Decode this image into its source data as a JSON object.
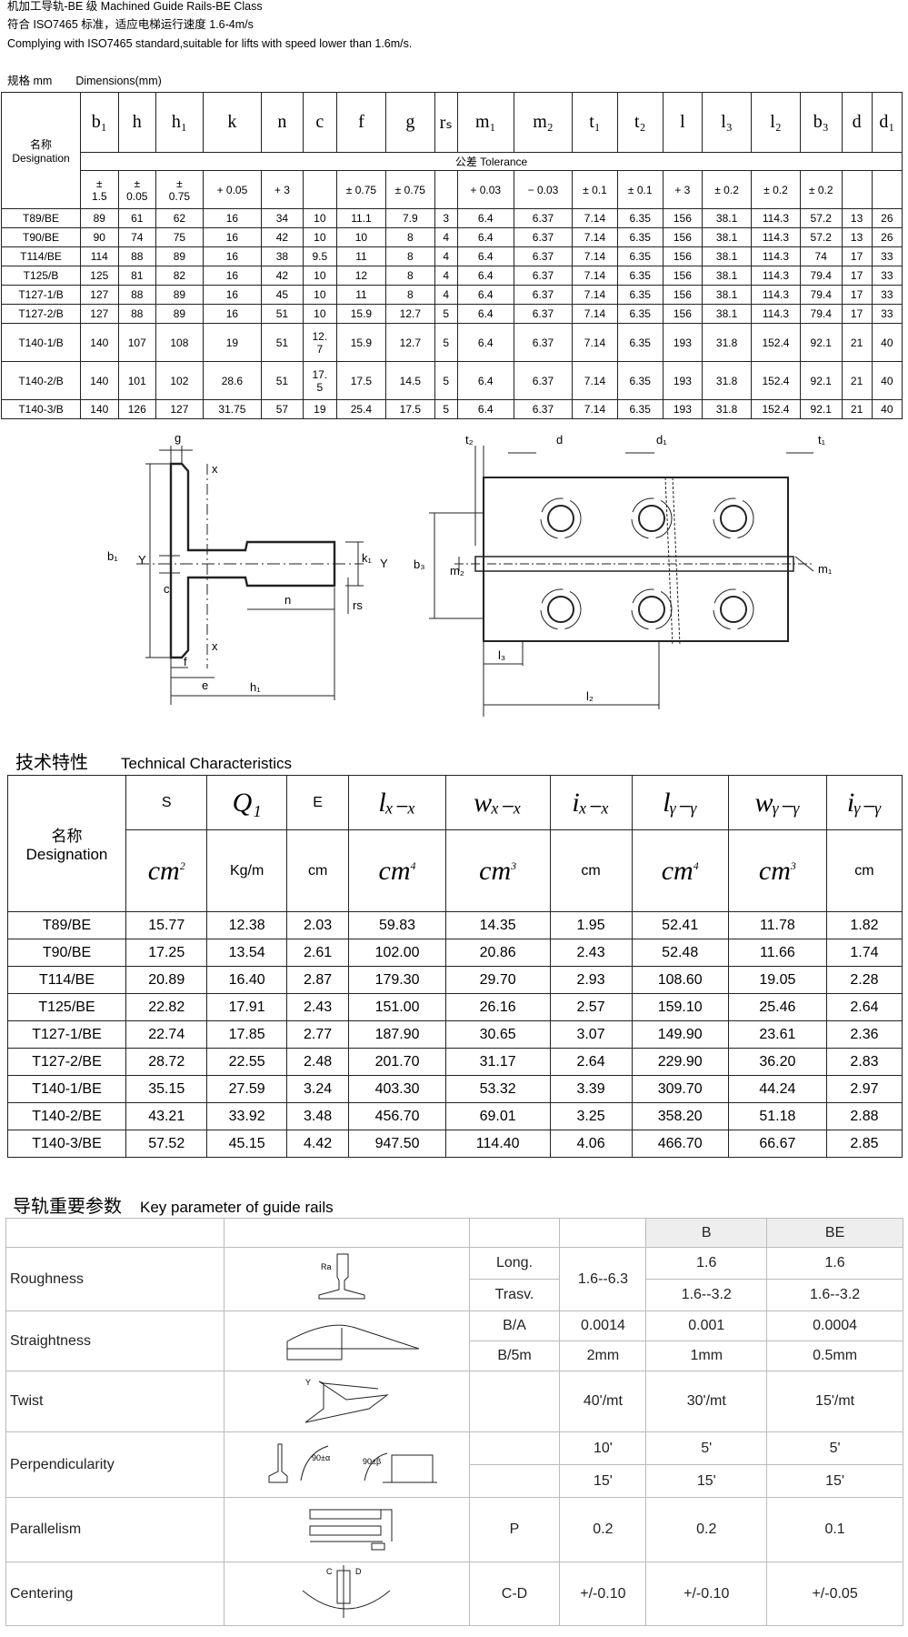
{
  "header": {
    "line1": "机加工导轨-BE 级  Machined Guide Rails-BE Class",
    "line2": "符合 ISO7465 标准，适应电梯运行速度 1.6-4m/s",
    "line3": "Complying with ISO7465 standard,suitable for lifts with speed lower than 1.6m/s.",
    "line4a": "规格 mm",
    "line4b": "Dimensions(mm)"
  },
  "dims": {
    "desig_label": "名称\nDesignation",
    "symbols": [
      "b₁",
      "h",
      "h₁",
      "k",
      "n",
      "c",
      "f",
      "g",
      "rₛ",
      "m₁",
      "m₂",
      "t₁",
      "t₂",
      "l",
      "l₃",
      "l₂",
      "b₃",
      "d",
      "d₁"
    ],
    "tolerance_label": "公差 Tolerance",
    "tolerances": [
      "±\n1.5",
      "±\n0.05",
      "±\n0.75",
      "+ 0.05",
      "+ 3",
      "",
      "± 0.75",
      "± 0.75",
      "",
      "+ 0.03",
      "− 0.03",
      "± 0.1",
      "± 0.1",
      "+ 3",
      "± 0.2",
      "± 0.2",
      "± 0.2",
      "",
      ""
    ],
    "rows": [
      [
        "T89/BE",
        "89",
        "61",
        "62",
        "16",
        "34",
        "10",
        "11.1",
        "7.9",
        "3",
        "6.4",
        "6.37",
        "7.14",
        "6.35",
        "156",
        "38.1",
        "114.3",
        "57.2",
        "13",
        "26"
      ],
      [
        "T90/BE",
        "90",
        "74",
        "75",
        "16",
        "42",
        "10",
        "10",
        "8",
        "4",
        "6.4",
        "6.37",
        "7.14",
        "6.35",
        "156",
        "38.1",
        "114.3",
        "57.2",
        "13",
        "26"
      ],
      [
        "T114/BE",
        "114",
        "88",
        "89",
        "16",
        "38",
        "9.5",
        "11",
        "8",
        "4",
        "6.4",
        "6.37",
        "7.14",
        "6.35",
        "156",
        "38.1",
        "114.3",
        "74",
        "17",
        "33"
      ],
      [
        "T125/B",
        "125",
        "81",
        "82",
        "16",
        "42",
        "10",
        "12",
        "8",
        "4",
        "6.4",
        "6.37",
        "7.14",
        "6.35",
        "156",
        "38.1",
        "114.3",
        "79.4",
        "17",
        "33"
      ],
      [
        "T127-1/B",
        "127",
        "88",
        "89",
        "16",
        "45",
        "10",
        "11",
        "8",
        "4",
        "6.4",
        "6.37",
        "7.14",
        "6.35",
        "156",
        "38.1",
        "114.3",
        "79.4",
        "17",
        "33"
      ],
      [
        "T127-2/B",
        "127",
        "88",
        "89",
        "16",
        "51",
        "10",
        "15.9",
        "12.7",
        "5",
        "6.4",
        "6.37",
        "7.14",
        "6.35",
        "156",
        "38.1",
        "114.3",
        "79.4",
        "17",
        "33"
      ],
      [
        "T140-1/B",
        "140",
        "107",
        "108",
        "19",
        "51",
        "12.\n7",
        "15.9",
        "12.7",
        "5",
        "6.4",
        "6.37",
        "7.14",
        "6.35",
        "193",
        "31.8",
        "152.4",
        "92.1",
        "21",
        "40"
      ],
      [
        "T140-2/B",
        "140",
        "101",
        "102",
        "28.6",
        "51",
        "17.\n5",
        "17.5",
        "14.5",
        "5",
        "6.4",
        "6.37",
        "7.14",
        "6.35",
        "193",
        "31.8",
        "152.4",
        "92.1",
        "21",
        "40"
      ],
      [
        "T140-3/B",
        "140",
        "126",
        "127",
        "31.75",
        "57",
        "19",
        "25.4",
        "17.5",
        "5",
        "6.4",
        "6.37",
        "7.14",
        "6.35",
        "193",
        "31.8",
        "152.4",
        "92.1",
        "21",
        "40"
      ]
    ]
  },
  "diagram": {
    "labels": {
      "g": "g",
      "x_top": "x",
      "b1": "b₁",
      "Y_left": "Y",
      "c": "c",
      "Y_right": "Y",
      "k1": "k₁",
      "n": "n",
      "rs": "rs",
      "x_bot": "x",
      "f": "f",
      "e": "e",
      "h1": "h₁",
      "t2": "t₂",
      "d": "d",
      "d1": "d₁",
      "t1": "t₁",
      "b3": "b₃",
      "m2": "m₂",
      "m1": "m₁",
      "l3": "l₃",
      "l2": "l₂"
    }
  },
  "tech": {
    "title_cn": "技术特性",
    "title_en": "Technical Characteristics",
    "desig_label": "名称\nDesignation",
    "symbols": [
      "S",
      "Q₁",
      "E",
      "lₓ₋ₓ",
      "wₓ₋ₓ",
      "iₓ₋ₓ",
      "lᵧ₋ᵧ",
      "wᵧ₋ᵧ",
      "iᵧ₋ᵧ"
    ],
    "units": [
      "cm",
      "2",
      "Kg/m",
      "cm",
      "cm",
      "4",
      "cm",
      "3",
      "cm",
      "cm",
      "4",
      "cm",
      "3",
      "cm"
    ],
    "rows": [
      [
        "T89/BE",
        "15.77",
        "12.38",
        "2.03",
        "59.83",
        "14.35",
        "1.95",
        "52.41",
        "11.78",
        "1.82"
      ],
      [
        "T90/BE",
        "17.25",
        "13.54",
        "2.61",
        "102.00",
        "20.86",
        "2.43",
        "52.48",
        "11.66",
        "1.74"
      ],
      [
        "T114/BE",
        "20.89",
        "16.40",
        "2.87",
        "179.30",
        "29.70",
        "2.93",
        "108.60",
        "19.05",
        "2.28"
      ],
      [
        "T125/BE",
        "22.82",
        "17.91",
        "2.43",
        "151.00",
        "26.16",
        "2.57",
        "159.10",
        "25.46",
        "2.64"
      ],
      [
        "T127-1/BE",
        "22.74",
        "17.85",
        "2.77",
        "187.90",
        "30.65",
        "3.07",
        "149.90",
        "23.61",
        "2.36"
      ],
      [
        "T127-2/BE",
        "28.72",
        "22.55",
        "2.48",
        "201.70",
        "31.17",
        "2.64",
        "229.90",
        "36.20",
        "2.83"
      ],
      [
        "T140-1/BE",
        "35.15",
        "27.59",
        "3.24",
        "403.30",
        "53.32",
        "3.39",
        "309.70",
        "44.24",
        "2.97"
      ],
      [
        "T140-2/BE",
        "43.21",
        "33.92",
        "3.48",
        "456.70",
        "69.01",
        "3.25",
        "358.20",
        "51.18",
        "2.88"
      ],
      [
        "T140-3/BE",
        "57.52",
        "45.15",
        "4.42",
        "947.50",
        "114.40",
        "4.06",
        "466.70",
        "66.67",
        "2.85"
      ]
    ]
  },
  "key": {
    "title_cn": "导轨重要参数",
    "title_en": "Key parameter of guide rails",
    "col_b": "B",
    "col_be": "BE",
    "roughness": {
      "name": "Roughness",
      "long": "Long.",
      "trasv": "Trasv.",
      "common": "1.6--6.3",
      "b_long": "1.6",
      "be_long": "1.6",
      "b_trasv": "1.6--3.2",
      "be_trasv": "1.6--3.2"
    },
    "straightness": {
      "name": "Straightness",
      "r1": [
        "B/A",
        "0.0014",
        "0.001",
        "0.0004"
      ],
      "r2": [
        "B/5m",
        "2mm",
        "1mm",
        "0.5mm"
      ]
    },
    "twist": {
      "name": "Twist",
      "vals": [
        "40'/mt",
        "30'/mt",
        "15'/mt"
      ]
    },
    "perp": {
      "name": "Perpendicularity",
      "r1": [
        "10'",
        "5'",
        "5'"
      ],
      "r2": [
        "15'",
        "15'",
        "15'"
      ]
    },
    "parallelism": {
      "name": "Parallelism",
      "p": "P",
      "vals": [
        "0.2",
        "0.2",
        "0.1"
      ]
    },
    "centering": {
      "name": "Centering",
      "cd": "C-D",
      "vals": [
        "+/-0.10",
        "+/-0.10",
        "+/-0.05"
      ]
    },
    "sketch_labels": {
      "rough": "Ra",
      "ang1": "90±α",
      "ang2": "90±β",
      "c": "C",
      "d": "D"
    }
  }
}
